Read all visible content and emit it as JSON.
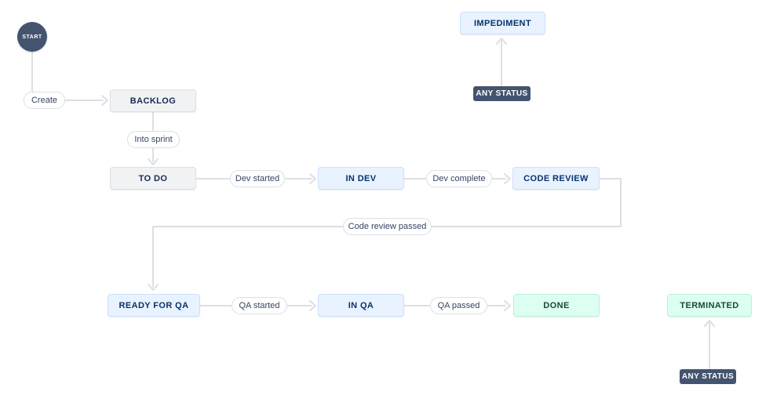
{
  "colors": {
    "connector_line": "#DCDFE4",
    "status_gray_bg": "#F1F2F4",
    "status_gray_border": "#DCDFE4",
    "status_gray_text": "#172B4D",
    "status_blue_bg": "#E9F2FF",
    "status_blue_border": "#CCE0FF",
    "status_blue_text": "#09326C",
    "status_green_bg": "#DCFFF1",
    "status_green_border": "#BAF3DB",
    "status_green_text": "#164B35",
    "dark_node_bg": "#44546F",
    "dark_node_text": "#FFFFFF",
    "transition_text": "#344563",
    "canvas_bg": "#FFFFFF"
  },
  "start": {
    "label": "START"
  },
  "statuses": {
    "impediment": {
      "label": "IMPEDIMENT",
      "category": "blue"
    },
    "backlog": {
      "label": "BACKLOG",
      "category": "gray"
    },
    "to_do": {
      "label": "TO DO",
      "category": "gray"
    },
    "in_dev": {
      "label": "IN DEV",
      "category": "blue"
    },
    "code_review": {
      "label": "CODE REVIEW",
      "category": "blue"
    },
    "ready_for_qa": {
      "label": "READY FOR QA",
      "category": "blue"
    },
    "in_qa": {
      "label": "IN QA",
      "category": "blue"
    },
    "done": {
      "label": "DONE",
      "category": "green"
    },
    "terminated": {
      "label": "TERMINATED",
      "category": "green"
    }
  },
  "transitions": {
    "create": {
      "label": "Create",
      "from": "start",
      "to": "backlog"
    },
    "into_sprint": {
      "label": "Into sprint",
      "from": "backlog",
      "to": "to_do"
    },
    "dev_started": {
      "label": "Dev started",
      "from": "to_do",
      "to": "in_dev"
    },
    "dev_complete": {
      "label": "Dev complete",
      "from": "in_dev",
      "to": "code_review"
    },
    "code_review_passed": {
      "label": "Code review passed",
      "from": "code_review",
      "to": "ready_for_qa"
    },
    "qa_started": {
      "label": "QA started",
      "from": "ready_for_qa",
      "to": "in_qa"
    },
    "qa_passed": {
      "label": "QA passed",
      "from": "in_qa",
      "to": "done"
    },
    "any_status_to_impediment": {
      "label": "ANY STATUS",
      "to": "impediment"
    },
    "any_status_to_terminated": {
      "label": "ANY STATUS",
      "to": "terminated"
    }
  }
}
